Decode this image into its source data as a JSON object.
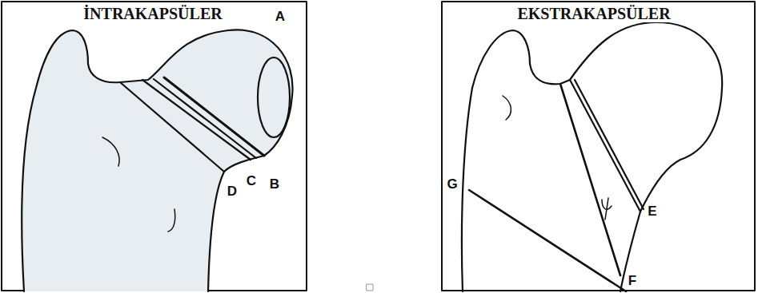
{
  "diagram": {
    "labels": [
      "İNTRAKAPSÜLER",
      "A",
      "B",
      "C",
      "D",
      "EKSTRAKAPSÜLER",
      "E",
      "F",
      "G"
    ]
  }
}
